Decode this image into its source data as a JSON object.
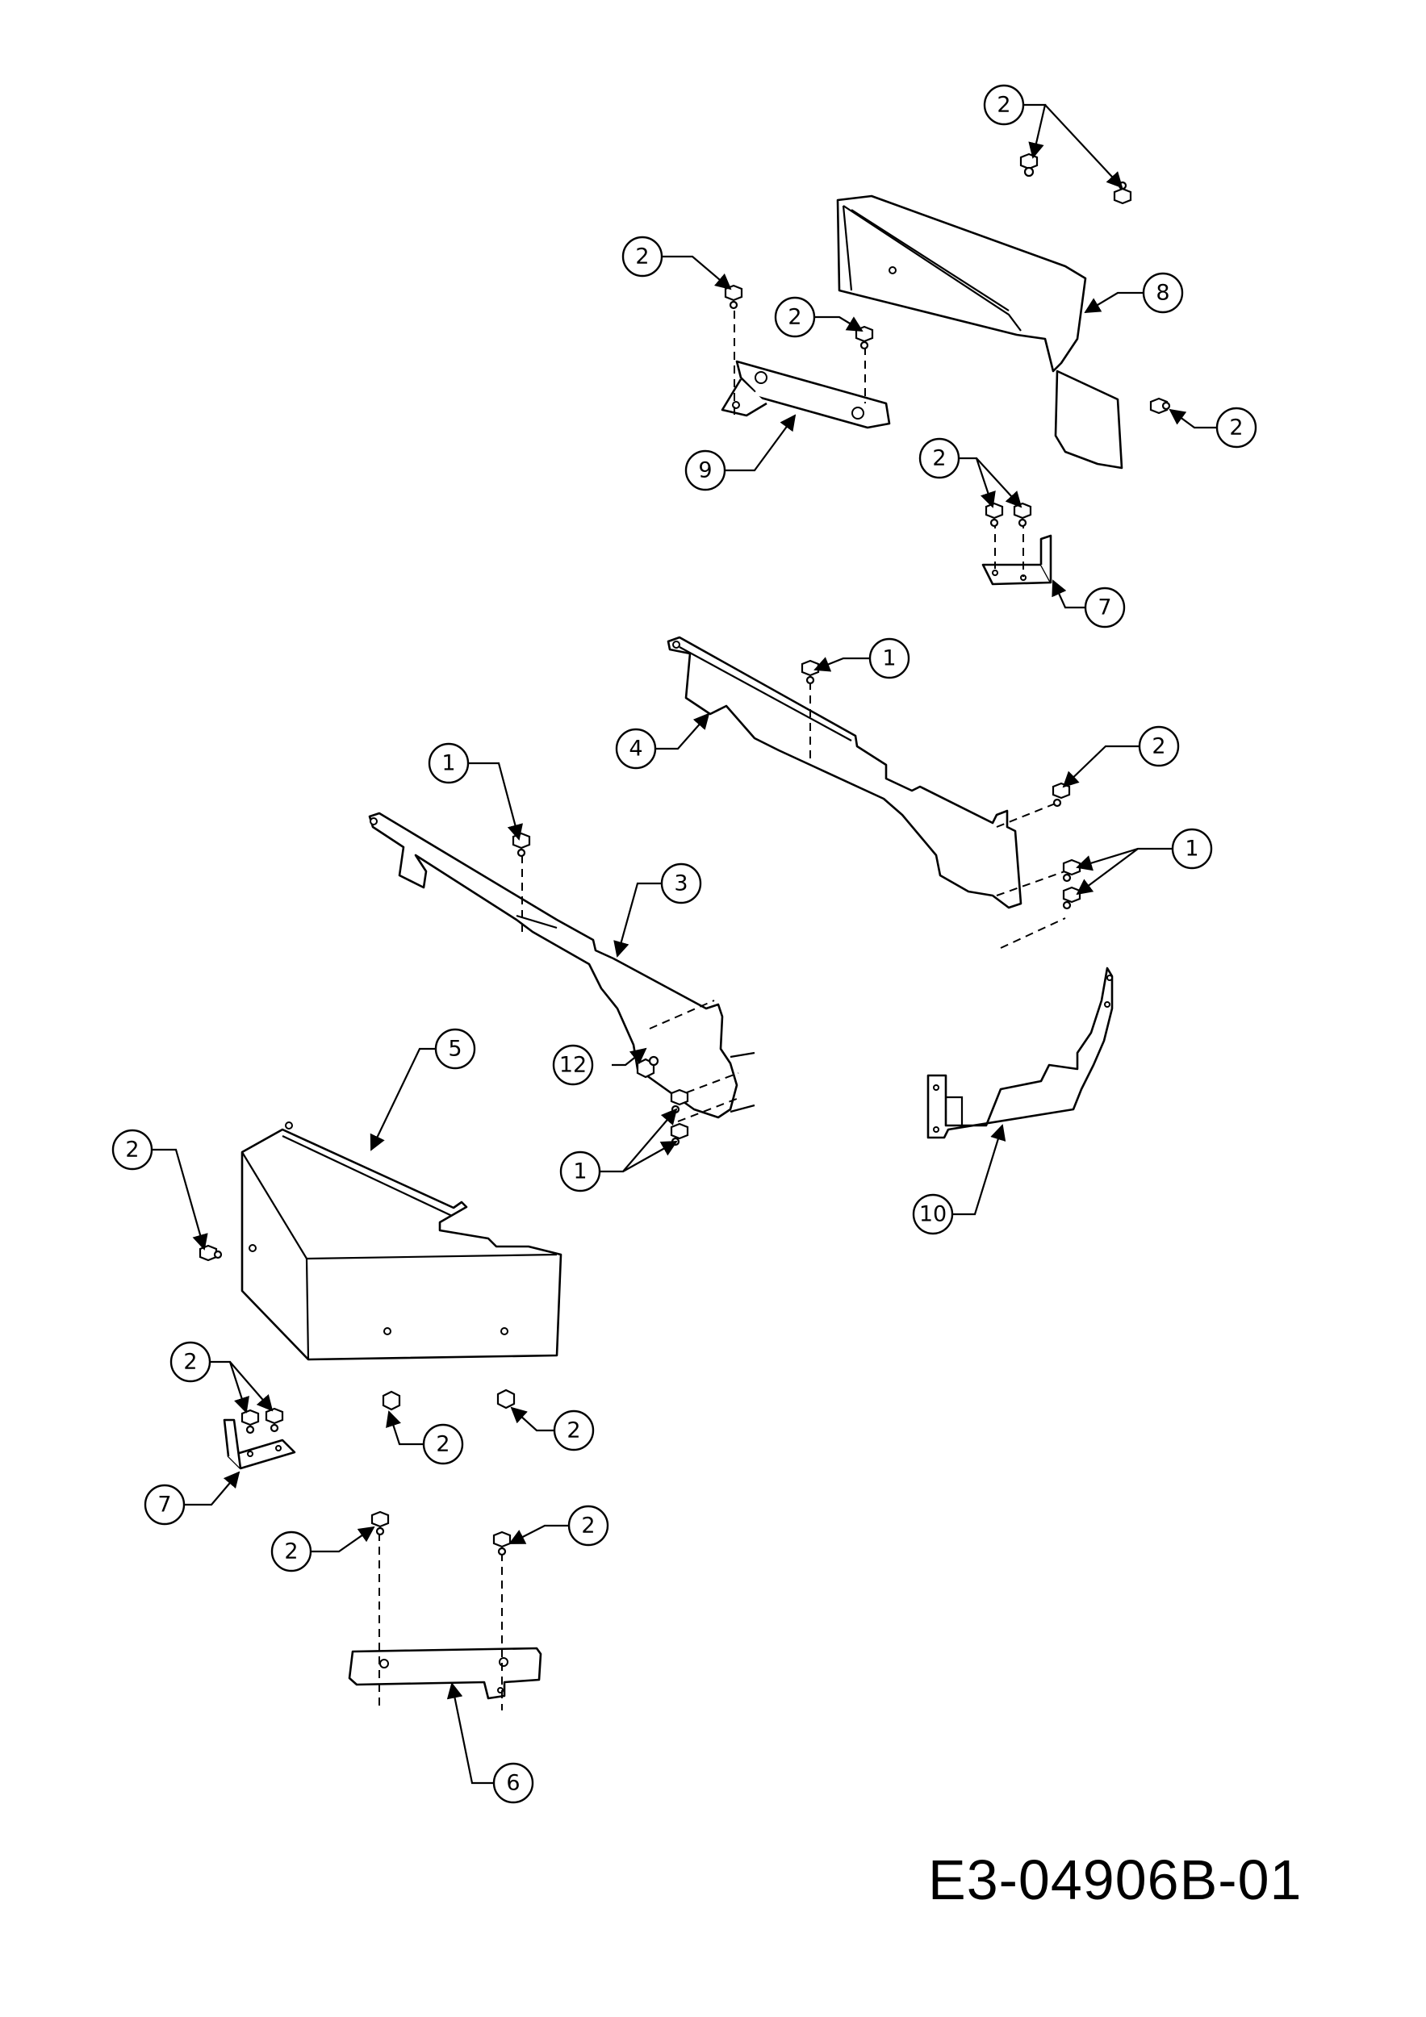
{
  "drawing_number": "E3-04906B-01",
  "callouts": [
    {
      "id": "c1",
      "label": "2"
    },
    {
      "id": "c2",
      "label": "2"
    },
    {
      "id": "c3",
      "label": "2"
    },
    {
      "id": "c4",
      "label": "8"
    },
    {
      "id": "c5",
      "label": "2"
    },
    {
      "id": "c6",
      "label": "9"
    },
    {
      "id": "c7",
      "label": "2"
    },
    {
      "id": "c8",
      "label": "7"
    },
    {
      "id": "c9",
      "label": "1"
    },
    {
      "id": "c10",
      "label": "4"
    },
    {
      "id": "c11",
      "label": "2"
    },
    {
      "id": "c12",
      "label": "1"
    },
    {
      "id": "c13",
      "label": "1"
    },
    {
      "id": "c14",
      "label": "3"
    },
    {
      "id": "c15",
      "label": "5"
    },
    {
      "id": "c16",
      "label": "12"
    },
    {
      "id": "c17",
      "label": "2"
    },
    {
      "id": "c18",
      "label": "1"
    },
    {
      "id": "c19",
      "label": "10"
    },
    {
      "id": "c20",
      "label": "2"
    },
    {
      "id": "c21",
      "label": "2"
    },
    {
      "id": "c22",
      "label": "2"
    },
    {
      "id": "c23",
      "label": "7"
    },
    {
      "id": "c24",
      "label": "2"
    },
    {
      "id": "c25",
      "label": "2"
    },
    {
      "id": "c26",
      "label": "6"
    }
  ]
}
